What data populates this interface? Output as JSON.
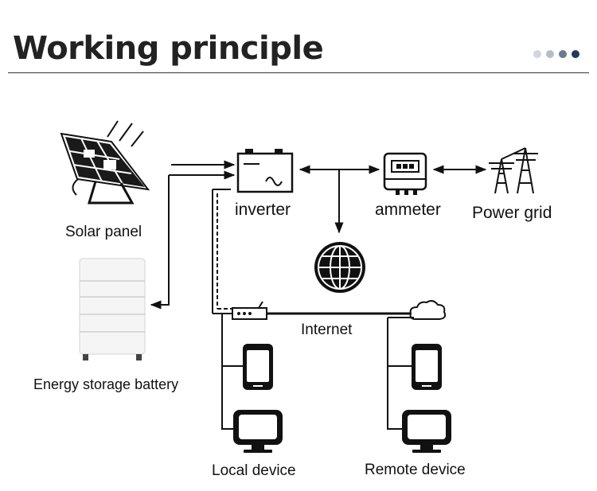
{
  "header": {
    "title": "Working principle",
    "pager_dots": [
      {
        "color": "#cfd6dd"
      },
      {
        "color": "#b5bec8"
      },
      {
        "color": "#6b7a8c"
      },
      {
        "color": "#223a5e"
      }
    ]
  },
  "nodes": {
    "solar_panel": "Solar panel",
    "inverter": "inverter",
    "ammeter": "ammeter",
    "power_grid": "Power grid",
    "battery": "Energy storage battery",
    "internet": "Internet",
    "local_device": "Local device",
    "remote_device": "Remote device"
  },
  "icons": [
    "solar-panel-icon",
    "battery-inverter-icon",
    "meter-icon",
    "power-tower-icon",
    "globe-icon",
    "battery-cabinet-icon",
    "router-icon",
    "cloud-icon",
    "phone-icon",
    "monitor-icon"
  ]
}
